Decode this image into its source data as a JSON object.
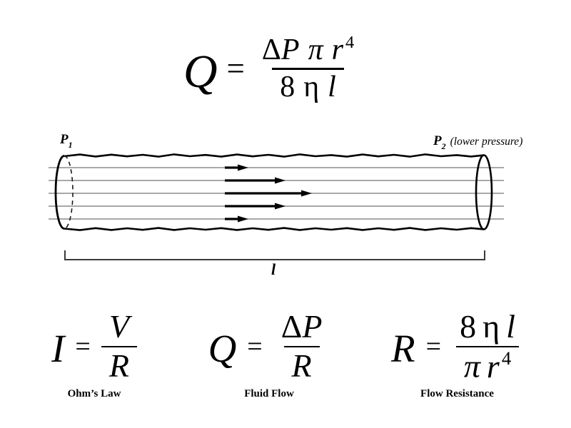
{
  "colors": {
    "background": "#ffffff",
    "ink": "#000000",
    "flow_line": "#8c8c8c",
    "bracket": "#3a3a3a"
  },
  "top_equation": {
    "lhs": "Q",
    "rel": "=",
    "num_delta": "Δ",
    "num_p": "P",
    "num_pi": "π",
    "num_r": "r",
    "num_exp": "4",
    "den_coef": "8",
    "den_eta": "η",
    "den_l": "l"
  },
  "pipe": {
    "p1_base": "P",
    "p1_sub": "1",
    "p2_base": "P",
    "p2_sub": "2",
    "p2_note": "(lower pressure)",
    "length_label": "l"
  },
  "bottom_equations": [
    {
      "lhs": "I",
      "rel": "=",
      "num": "V",
      "den": "R",
      "caption": "Ohm’s Law"
    },
    {
      "lhs": "Q",
      "rel": "=",
      "num_delta": "Δ",
      "num_p": "P",
      "den": "R",
      "caption": "Fluid Flow"
    },
    {
      "lhs": "R",
      "rel": "=",
      "num_coef": "8",
      "num_eta": "η",
      "num_l": "l",
      "den_pi": "π",
      "den_r": "r",
      "den_exp": "4",
      "caption": "Flow Resistance"
    }
  ]
}
